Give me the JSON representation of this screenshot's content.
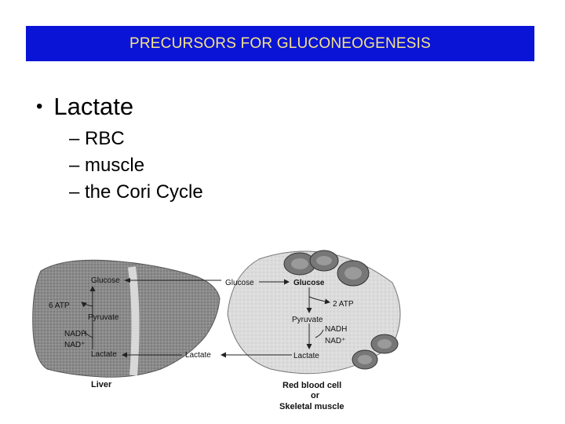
{
  "title": "PRECURSORS FOR GLUCONEOGENESIS",
  "bullet": "Lactate",
  "sub_items": [
    "RBC",
    "muscle",
    "the Cori Cycle"
  ],
  "diagram": {
    "liver": {
      "glucose": "Glucose",
      "atp": "6 ATP",
      "pyruvate": "Pyruvate",
      "nadh": "NADH",
      "nad": "NAD⁺",
      "lactate": "Lactate",
      "caption": "Liver"
    },
    "middle": {
      "glucose": "Glucose",
      "lactate": "Lactate"
    },
    "cell": {
      "glucose": "Glucose",
      "atp": "2 ATP",
      "pyruvate": "Pyruvate",
      "nadh": "NADH",
      "nad": "NAD⁺",
      "lactate": "Lactate",
      "caption_line1": "Red blood cell",
      "caption_line2": "or",
      "caption_line3": "Skeletal muscle"
    }
  },
  "colors": {
    "title_bg": "#0a14d6",
    "title_text": "#f5e48a"
  }
}
